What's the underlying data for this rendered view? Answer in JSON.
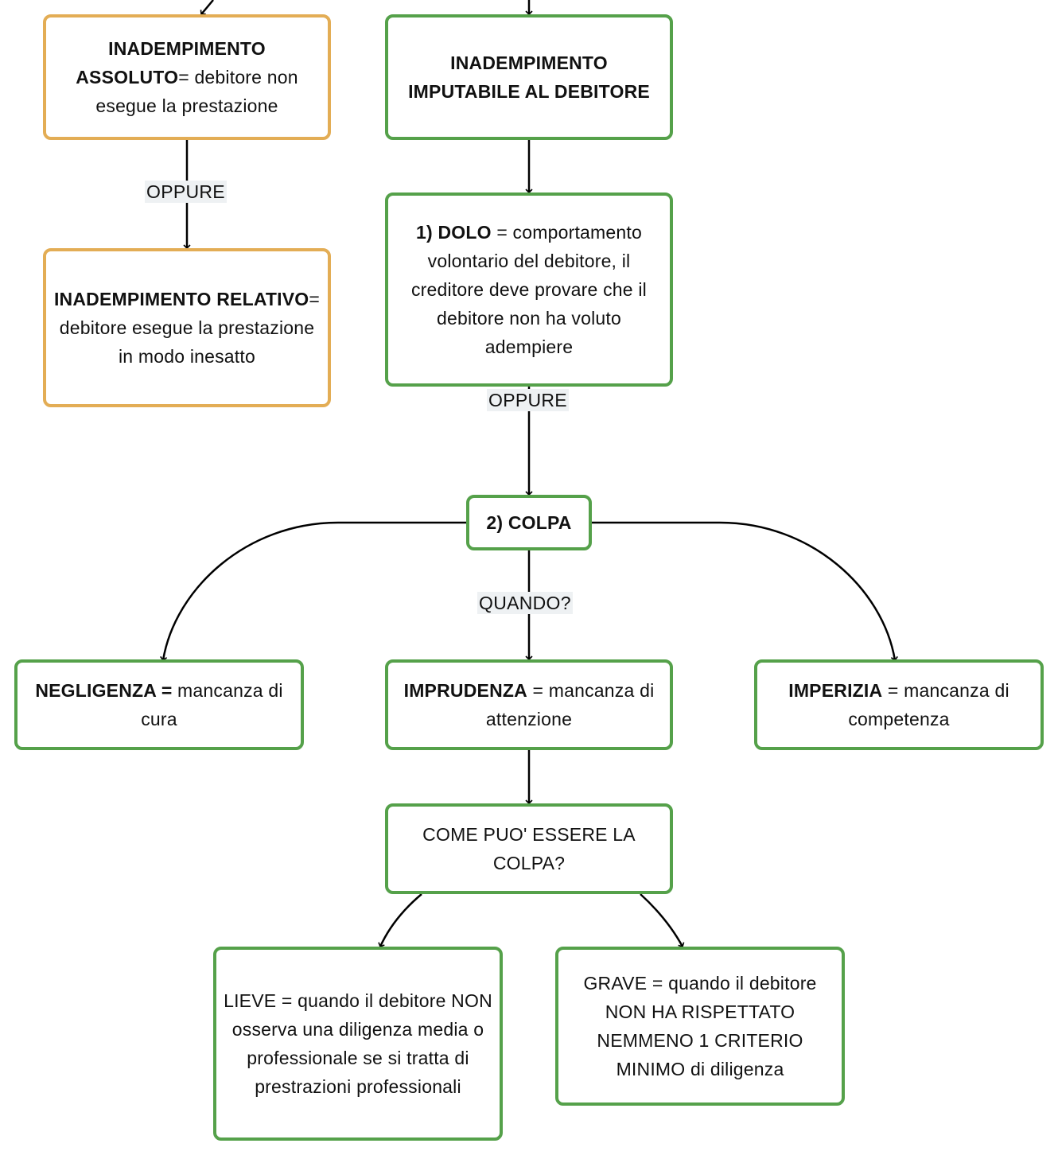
{
  "nodes": {
    "assoluto": {
      "bold": "INADEMPIMENTO ASSOLUTO",
      "text": "= debitore  non esegue la prestazione"
    },
    "relativo": {
      "bold": "INADEMPIMENTO RELATIVO",
      "text": "= debitore esegue la prestazione in modo inesatto"
    },
    "imputabile": {
      "bold": "INADEMPIMENTO IMPUTABILE AL DEBITORE",
      "text": ""
    },
    "dolo": {
      "bold": "1) DOLO",
      "text": " = comportamento volontario del debitore, il creditore deve provare che il debitore non ha voluto adempiere"
    },
    "colpa": {
      "bold": "2) COLPA",
      "text": ""
    },
    "negligenza": {
      "bold": "NEGLIGENZA =",
      "text": " mancanza di cura"
    },
    "imprudenza": {
      "bold": "IMPRUDENZA",
      "text": "  = mancanza di attenzione"
    },
    "imperizia": {
      "bold": "IMPERIZIA",
      "text": " = mancanza di competenza"
    },
    "come": {
      "bold": "",
      "text": "COME PUO' ESSERE LA COLPA?"
    },
    "lieve": {
      "bold": "",
      "text": "LIEVE = quando il debitore NON osserva una diligenza media o professionale se si tratta di prestrazioni professionali"
    },
    "grave": {
      "bold": "",
      "text": "GRAVE = quando il debitore NON HA RISPETTATO NEMMENO 1 CRITERIO MINIMO di diligenza"
    }
  },
  "edge_labels": {
    "oppure_left": "OPPURE",
    "oppure_right": "OPPURE",
    "quando": "QUANDO?"
  },
  "colors": {
    "green_border": "#55a14a",
    "orange_border": "#e3ad55",
    "edge": "#000000",
    "label_bg": "#eef1f3"
  }
}
